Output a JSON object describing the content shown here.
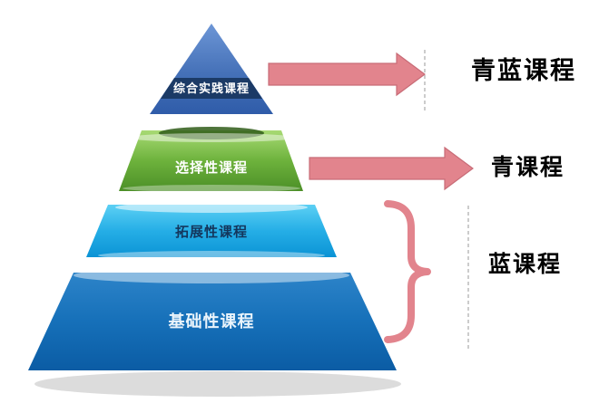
{
  "pyramid": {
    "levels": [
      {
        "id": "level-1",
        "label": "综合实践课程"
      },
      {
        "id": "level-2",
        "label": "选择性课程"
      },
      {
        "id": "level-3",
        "label": "拓展性课程"
      },
      {
        "id": "level-4",
        "label": "基础性课程"
      }
    ]
  },
  "annotations": {
    "arrow1_label": "青蓝课程",
    "arrow2_label": "青课程",
    "brace_label": "蓝课程"
  },
  "colors": {
    "level1_blue": "#3e6bb4",
    "level1_band": "#1b3a66",
    "level2_green": "#6db23c",
    "level3_cyan": "#1aa4e0",
    "level4_navy": "#1068b0",
    "arrow": "#e2848d",
    "arrow_border": "#c86c77",
    "brace": "#e2848d",
    "label_text": "#000000"
  }
}
